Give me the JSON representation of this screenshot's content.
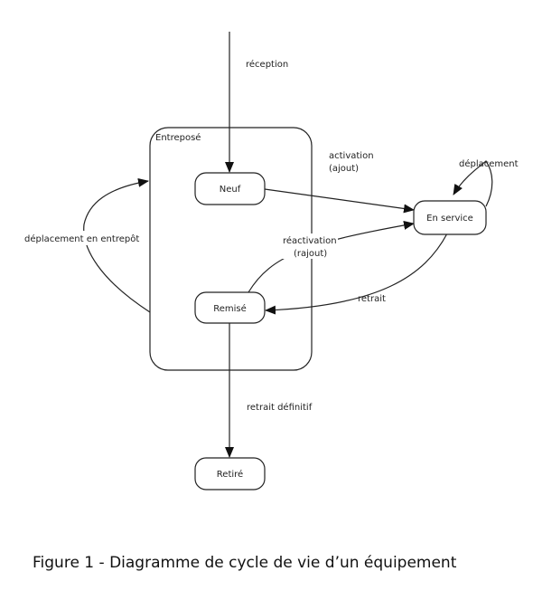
{
  "diagram": {
    "container": {
      "label": "Entreposé"
    },
    "states": {
      "neuf": "Neuf",
      "remise": "Remisé",
      "en_service": "En service",
      "retire": "Retiré"
    },
    "transitions": {
      "reception": "réception",
      "activation_line1": "activation",
      "activation_line2": "(ajout)",
      "deplacement": "déplacement",
      "deplacement_entrepot": "déplacement en entrepôt",
      "reactivation_line1": "réactivation",
      "reactivation_line2": "(rajout)",
      "retrait": "retrait",
      "retrait_definitif": "retrait définitif"
    }
  },
  "caption": "Figure 1 - Diagramme de cycle de vie d’un équipement"
}
